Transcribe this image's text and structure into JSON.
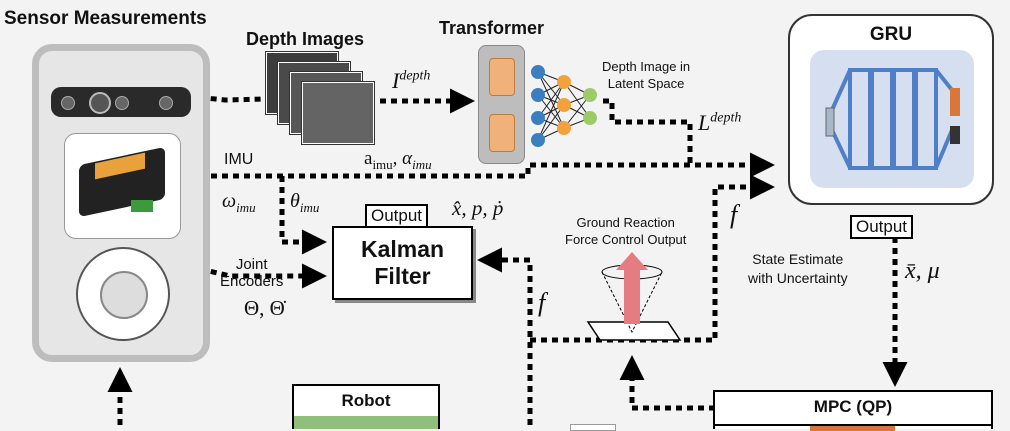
{
  "sensor": {
    "title": "Sensor Measurements"
  },
  "depth_images": {
    "title": "Depth Images"
  },
  "transformer": {
    "title": "Transformer"
  },
  "gru": {
    "title": "GRU"
  },
  "labels": {
    "i_depth": "I",
    "i_depth_sup": "depth",
    "latent": "Depth Image in\nLatent Space",
    "l_depth": "L",
    "l_depth_sup": "depth",
    "imu": "IMU",
    "a_imu": "a",
    "a_imu_sub": "imu",
    "alpha_imu": "α",
    "alpha_imu_sub": "imu",
    "omega_imu": "ω",
    "omega_imu_sub": "imu",
    "theta_imu": "θ",
    "theta_imu_sub": "imu",
    "kf_output_box": "Output",
    "kf_output_vars": "x̂, p, ṗ",
    "joint_encoders": "Joint\nEncoders",
    "joint_vars": "Θ, Θ̇",
    "f_left": "f",
    "f_right": "f",
    "grf": "Ground Reaction\nForce Control Output",
    "gru_output_box": "Output",
    "state_estimate": "State Estimate\nwith Uncertainty",
    "state_vars": "x̄, μ"
  },
  "kalman": {
    "line1": "Kalman",
    "line2": "Filter"
  },
  "robot": {
    "title": "Robot"
  },
  "mpc": {
    "title": "MPC (QP)"
  },
  "colors": {
    "robot_green": "#8fbf7a",
    "transformer_orange": "#f0b27a",
    "gru_blue": "#4f7fc8",
    "nn_blue": "#3c7fc0",
    "nn_orange": "#f2a23c",
    "nn_green": "#9ccb6a"
  }
}
